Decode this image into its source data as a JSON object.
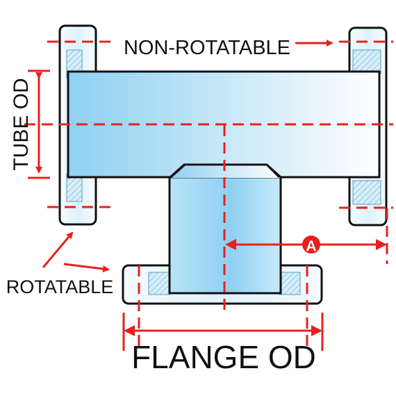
{
  "labels": {
    "non_rotatable": "NON-ROTATABLE",
    "tube_od": "TUBE OD",
    "rotatable": "ROTATABLE",
    "flange_od": "FLANGE OD",
    "dimension_a": "A"
  },
  "colors": {
    "outline": "#111111",
    "dimension": "#e8201c",
    "tube_fill_start": "#9fd6f4",
    "tube_fill_end": "#ffffff",
    "flange_fill": "#e9f5fc",
    "hatch": "#8fc7e6"
  }
}
